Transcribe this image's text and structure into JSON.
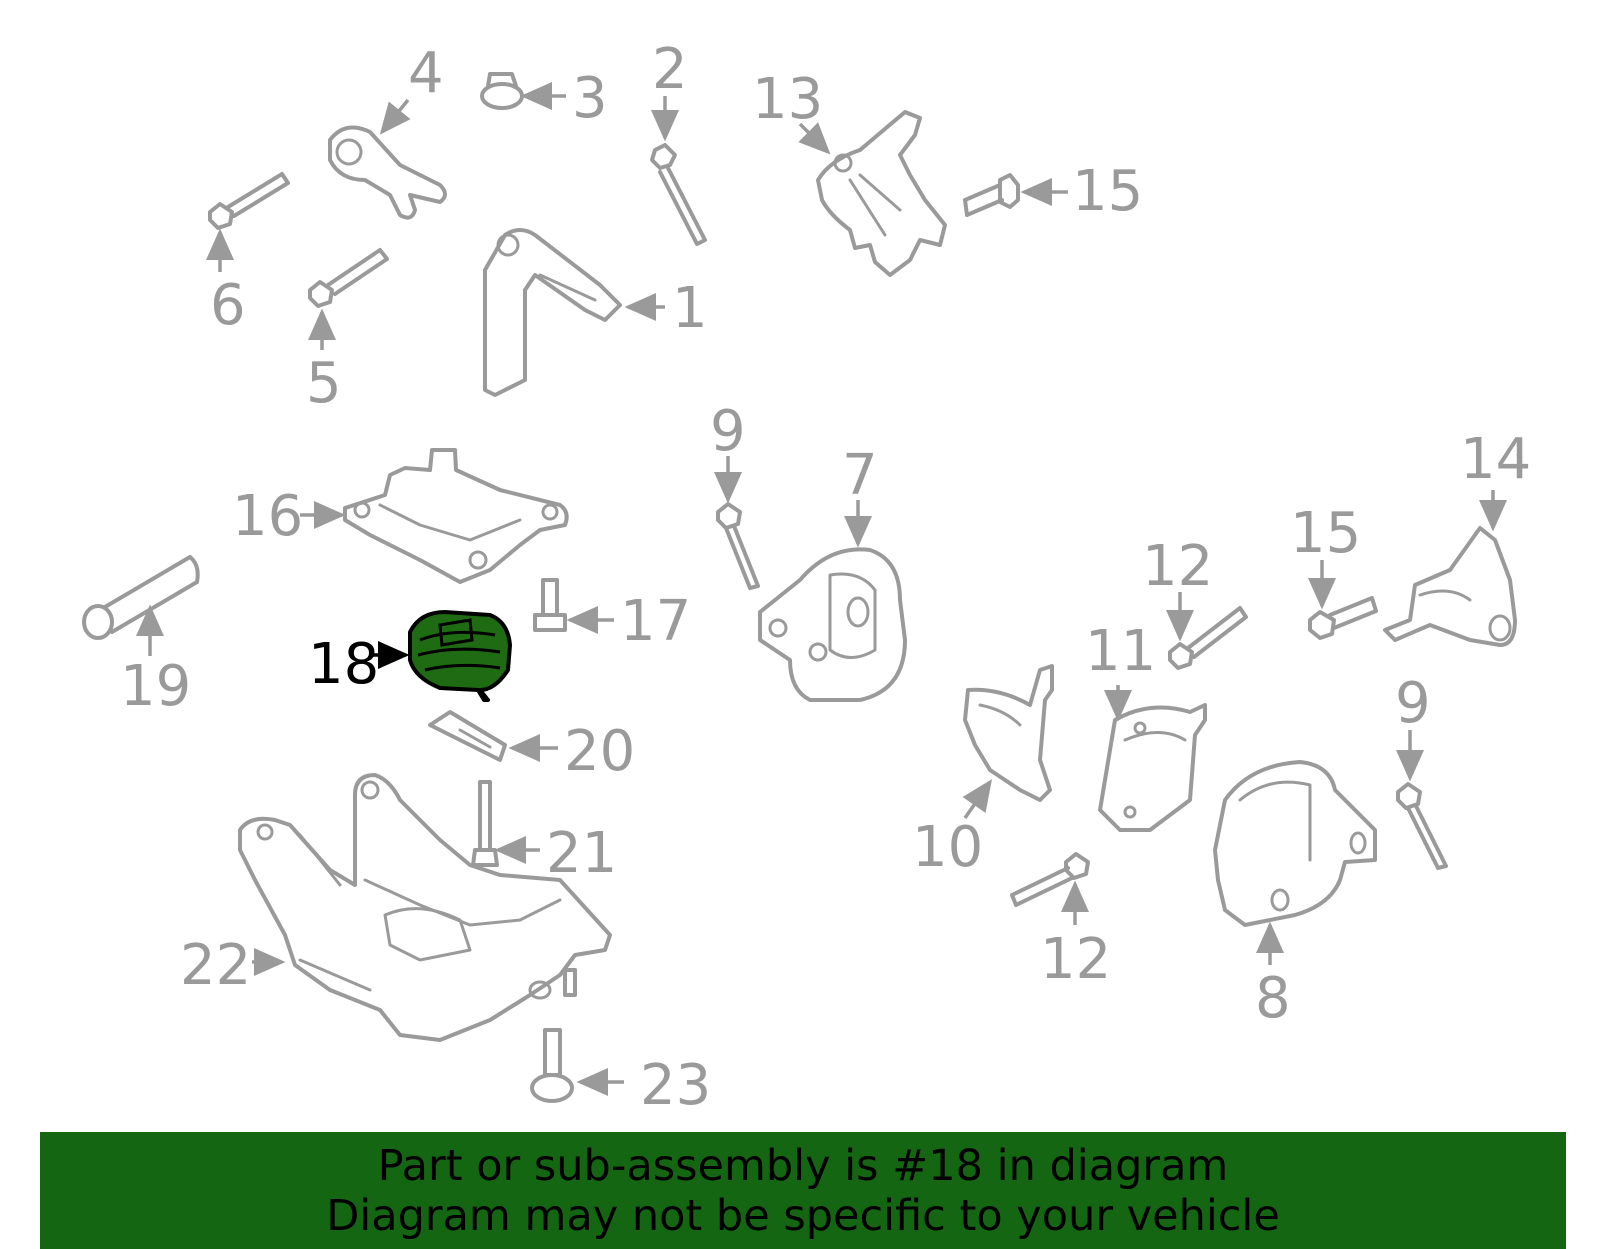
{
  "diagram": {
    "highlight_color": "#1e6b13",
    "part_color": "#9a9a9a",
    "callouts": [
      {
        "id": "c1",
        "label": "1"
      },
      {
        "id": "c2",
        "label": "2"
      },
      {
        "id": "c3",
        "label": "3"
      },
      {
        "id": "c4",
        "label": "4"
      },
      {
        "id": "c5",
        "label": "5"
      },
      {
        "id": "c6",
        "label": "6"
      },
      {
        "id": "c7",
        "label": "7"
      },
      {
        "id": "c8",
        "label": "8"
      },
      {
        "id": "c9a",
        "label": "9"
      },
      {
        "id": "c9b",
        "label": "9"
      },
      {
        "id": "c10",
        "label": "10"
      },
      {
        "id": "c11",
        "label": "11"
      },
      {
        "id": "c12a",
        "label": "12"
      },
      {
        "id": "c12b",
        "label": "12"
      },
      {
        "id": "c13",
        "label": "13"
      },
      {
        "id": "c14",
        "label": "14"
      },
      {
        "id": "c15a",
        "label": "15"
      },
      {
        "id": "c15b",
        "label": "15"
      },
      {
        "id": "c16",
        "label": "16"
      },
      {
        "id": "c17",
        "label": "17"
      },
      {
        "id": "c18",
        "label": "18",
        "highlighted": true
      },
      {
        "id": "c19",
        "label": "19"
      },
      {
        "id": "c20",
        "label": "20"
      },
      {
        "id": "c21",
        "label": "21"
      },
      {
        "id": "c22",
        "label": "22"
      },
      {
        "id": "c23",
        "label": "23"
      }
    ]
  },
  "banner": {
    "background": "#156612",
    "line1": "Part or sub-assembly is #18 in diagram",
    "line2": "Diagram may not be specific to your vehicle"
  }
}
